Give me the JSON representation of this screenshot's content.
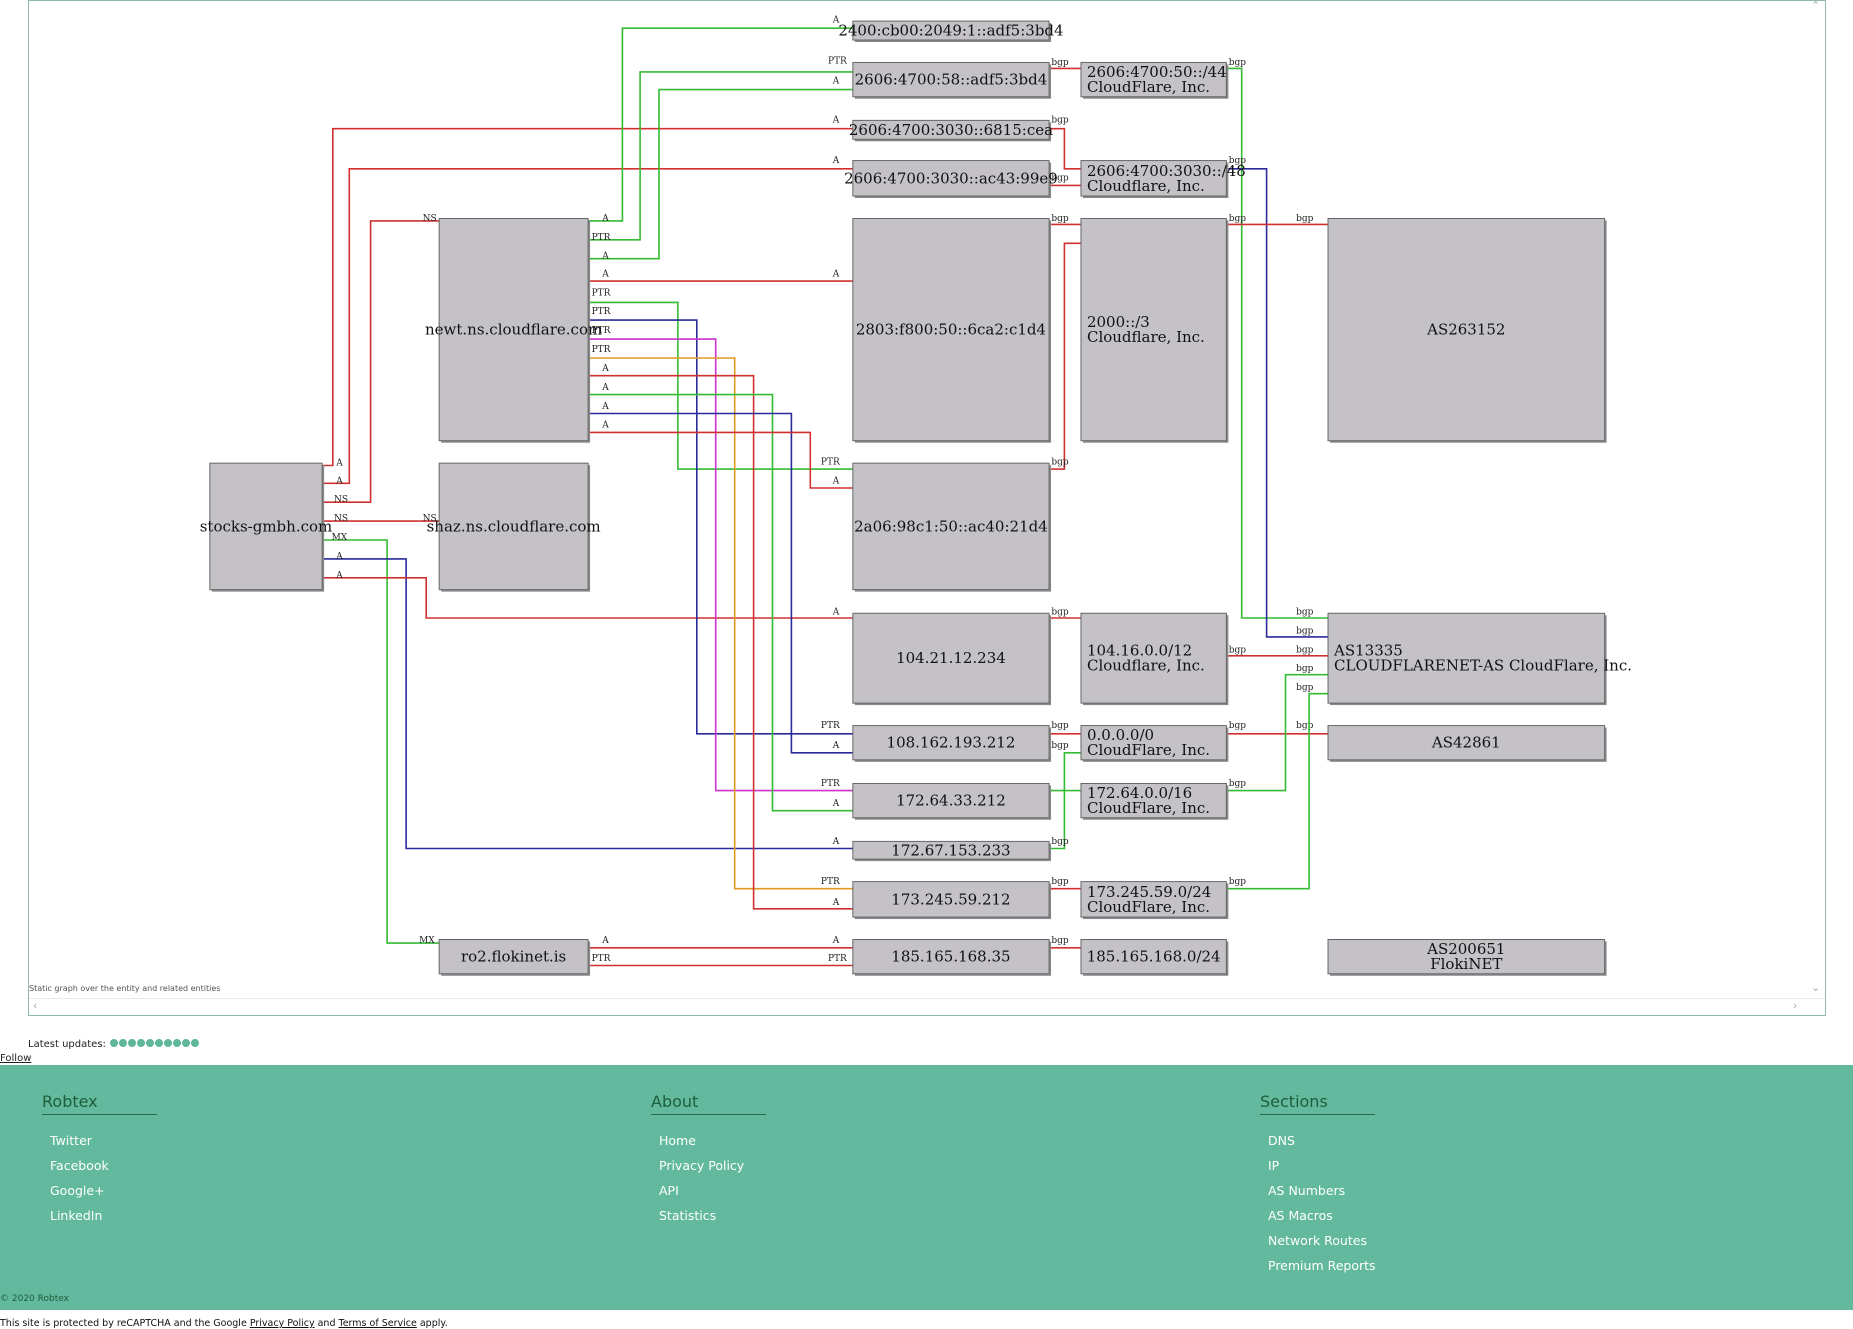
{
  "diagram": {
    "caption": "Static graph over the entity and related entities",
    "nodes": {
      "n_stocks": "stocks-gmbh.com",
      "n_newt": "newt.ns.cloudflare.com",
      "n_shaz": "shaz.ns.cloudflare.com",
      "n_ro2": "ro2.flokinet.is",
      "n_ip1": "2400:cb00:2049:1::adf5:3bd4",
      "n_ip2": "2606:4700:58::adf5:3bd4",
      "n_ip3": "2606:4700:3030::6815:cea",
      "n_ip4": "2606:4700:3030::ac43:99e9",
      "n_ip5": "2803:f800:50::6ca2:c1d4",
      "n_ip6": "2a06:98c1:50::ac40:21d4",
      "n_ip7": "104.21.12.234",
      "n_ip8": "108.162.193.212",
      "n_ip9": "172.64.33.212",
      "n_ip10": "172.67.153.233",
      "n_ip11": "173.245.59.212",
      "n_ip12": "185.165.168.35",
      "n_pf1": [
        "2606:4700:50::/44",
        "CloudFlare, Inc."
      ],
      "n_pf2": [
        "2606:4700:3030::/48",
        "Cloudflare, Inc."
      ],
      "n_pf3": [
        "2000::/3",
        "Cloudflare, Inc."
      ],
      "n_pf4": [
        "104.16.0.0/12",
        "Cloudflare, Inc."
      ],
      "n_pf5": [
        "0.0.0.0/0",
        "CloudFlare, Inc."
      ],
      "n_pf6": [
        "172.64.0.0/16",
        "CloudFlare, Inc."
      ],
      "n_pf7": [
        "173.245.59.0/24",
        "CloudFlare, Inc."
      ],
      "n_pf8": "185.165.168.0/24",
      "n_as1": "AS263152",
      "n_as2": [
        "AS13335",
        "CLOUDFLARENET-AS CloudFlare, Inc."
      ],
      "n_as3": "AS42861",
      "n_as4": [
        "AS200651",
        "FlokiNET"
      ]
    },
    "edges": [
      {
        "from": "n_stocks",
        "to": "n_ip3",
        "label": "A",
        "color": "#d03030"
      },
      {
        "from": "n_stocks",
        "to": "n_ip4",
        "label": "A",
        "color": "#d03030"
      },
      {
        "from": "n_stocks",
        "to": "n_newt",
        "label": "NS",
        "color": "#d03030"
      },
      {
        "from": "n_stocks",
        "to": "n_shaz",
        "label": "NS",
        "color": "#d03030"
      },
      {
        "from": "n_stocks",
        "to": "n_ro2",
        "label": "MX",
        "color": "#33bb33"
      },
      {
        "from": "n_stocks",
        "to": "n_ip10",
        "label": "A",
        "color": "#2a2a9c"
      },
      {
        "from": "n_stocks",
        "to": "n_ip7",
        "label": "A",
        "color": "#d03030"
      },
      {
        "from": "n_newt",
        "to": "n_ip1",
        "label": "A",
        "color": "#33bb33"
      },
      {
        "from": "n_newt",
        "to": "n_ip2",
        "label": "PTR",
        "color": "#33bb33"
      },
      {
        "from": "n_newt",
        "to": "n_ip2",
        "label": "A",
        "color": "#33bb33"
      },
      {
        "from": "n_newt",
        "to": "n_ip5",
        "label": "A",
        "color": "#d03030"
      },
      {
        "from": "n_newt",
        "to": "n_ip6",
        "label": "PTR",
        "color": "#33bb33"
      },
      {
        "from": "n_newt",
        "to": "n_ip8",
        "label": "PTR",
        "color": "#2a2a9c"
      },
      {
        "from": "n_newt",
        "to": "n_ip9",
        "label": "PTR",
        "color": "#cc33cc"
      },
      {
        "from": "n_newt",
        "to": "n_ip11",
        "label": "PTR",
        "color": "#e09a20"
      },
      {
        "from": "n_newt",
        "to": "n_ip11",
        "label": "A",
        "color": "#d03030"
      },
      {
        "from": "n_newt",
        "to": "n_ip9",
        "label": "A",
        "color": "#33bb33"
      },
      {
        "from": "n_newt",
        "to": "n_ip8",
        "label": "A",
        "color": "#2a2a9c"
      },
      {
        "from": "n_newt",
        "to": "n_ip6",
        "label": "A",
        "color": "#d03030"
      },
      {
        "from": "n_ro2",
        "to": "n_ip12",
        "label": "A",
        "color": "#d03030"
      },
      {
        "from": "n_ro2",
        "to": "n_ip12",
        "label": "PTR",
        "color": "#d03030"
      },
      {
        "from": "n_ip2",
        "to": "n_pf1",
        "label": "bgp",
        "color": "#d03030"
      },
      {
        "from": "n_ip3",
        "to": "n_pf2",
        "label": "bgp",
        "color": "#d03030"
      },
      {
        "from": "n_ip4",
        "to": "n_pf2",
        "label": "bgp",
        "color": "#d03030"
      },
      {
        "from": "n_ip5",
        "to": "n_pf3",
        "label": "bgp",
        "color": "#d03030"
      },
      {
        "from": "n_ip6",
        "to": "n_pf3",
        "label": "bgp",
        "color": "#d03030"
      },
      {
        "from": "n_ip7",
        "to": "n_pf4",
        "label": "bgp",
        "color": "#d03030"
      },
      {
        "from": "n_ip8",
        "to": "n_pf5",
        "label": "bgp",
        "color": "#d03030"
      },
      {
        "from": "n_ip9",
        "to": "n_pf5",
        "label": "bgp",
        "color": "#33bb33"
      },
      {
        "from": "n_ip10",
        "to": "n_pf6",
        "label": "bgp",
        "color": "#33bb33"
      },
      {
        "from": "n_ip11",
        "to": "n_pf7",
        "label": "bgp",
        "color": "#d03030"
      },
      {
        "from": "n_ip12",
        "to": "n_pf8",
        "label": "bgp",
        "color": "#d03030"
      },
      {
        "from": "n_pf1",
        "to": "n_as2",
        "label": "bgp",
        "color": "#33bb33"
      },
      {
        "from": "n_pf2",
        "to": "n_as2",
        "label": "bgp",
        "color": "#2a2a9c"
      },
      {
        "from": "n_pf3",
        "to": "n_as1",
        "label": "bgp",
        "color": "#d03030"
      },
      {
        "from": "n_pf4",
        "to": "n_as2",
        "label": "bgp",
        "color": "#d03030"
      },
      {
        "from": "n_pf5",
        "to": "n_as3",
        "label": "bgp",
        "color": "#d03030"
      },
      {
        "from": "n_pf6",
        "to": "n_as2",
        "label": "bgp",
        "color": "#33bb33"
      },
      {
        "from": "n_pf7",
        "to": "n_as2",
        "label": "bgp",
        "color": "#33bb33"
      },
      {
        "from": "n_pf8",
        "to": "n_as4",
        "label": "bgp",
        "color": "#d03030"
      }
    ]
  },
  "updates": {
    "label": "Latest updates:",
    "dot_count": 10,
    "dot_color": "#5fb69a"
  },
  "follow": "Follow",
  "footer": {
    "bg_color": "#62b99d",
    "columns": [
      {
        "title": "Robtex",
        "links": [
          "Twitter",
          "Facebook",
          "Google+",
          "LinkedIn"
        ]
      },
      {
        "title": "About",
        "links": [
          "Home",
          "Privacy Policy",
          "API",
          "Statistics"
        ]
      },
      {
        "title": "Sections",
        "links": [
          "DNS",
          "IP",
          "AS Numbers",
          "AS Macros",
          "Network Routes",
          "Premium Reports"
        ]
      }
    ],
    "copyright": "© 2020 Robtex"
  },
  "recaptcha": {
    "prefix": "This site is protected by reCAPTCHA and the Google",
    "privacy": "Privacy Policy",
    "and": "and",
    "terms": "Terms of Service",
    "suffix": "apply."
  }
}
